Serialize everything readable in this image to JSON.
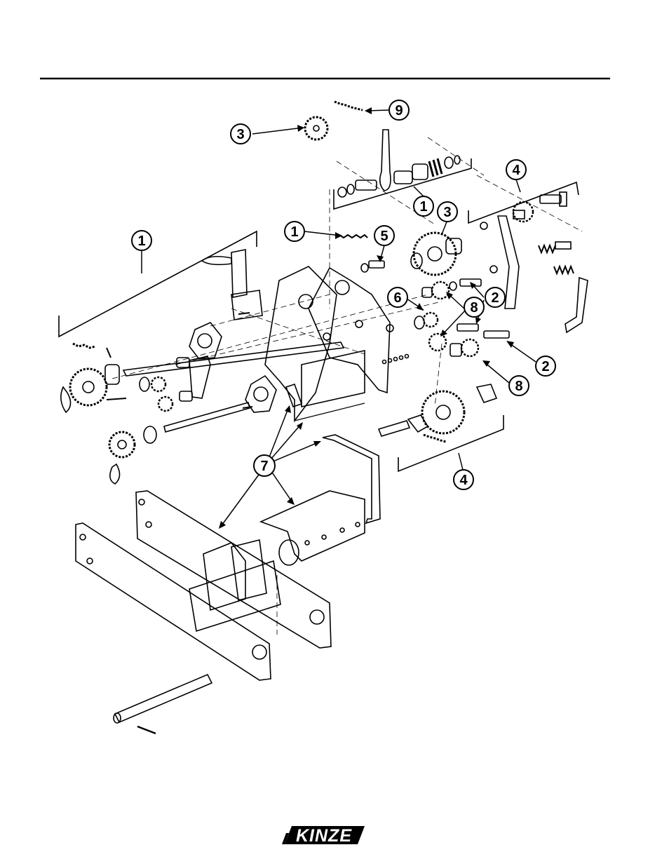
{
  "callouts": [
    {
      "label": "9"
    },
    {
      "label": "3"
    },
    {
      "label": "1"
    },
    {
      "label": "3"
    },
    {
      "label": "4"
    },
    {
      "label": "1"
    },
    {
      "label": "5"
    },
    {
      "label": "1"
    },
    {
      "label": "6"
    },
    {
      "label": "8"
    },
    {
      "label": "2"
    },
    {
      "label": "2"
    },
    {
      "label": "8"
    },
    {
      "label": "4"
    },
    {
      "label": "7"
    }
  ],
  "brand": {
    "logo_text": "KINZE"
  }
}
